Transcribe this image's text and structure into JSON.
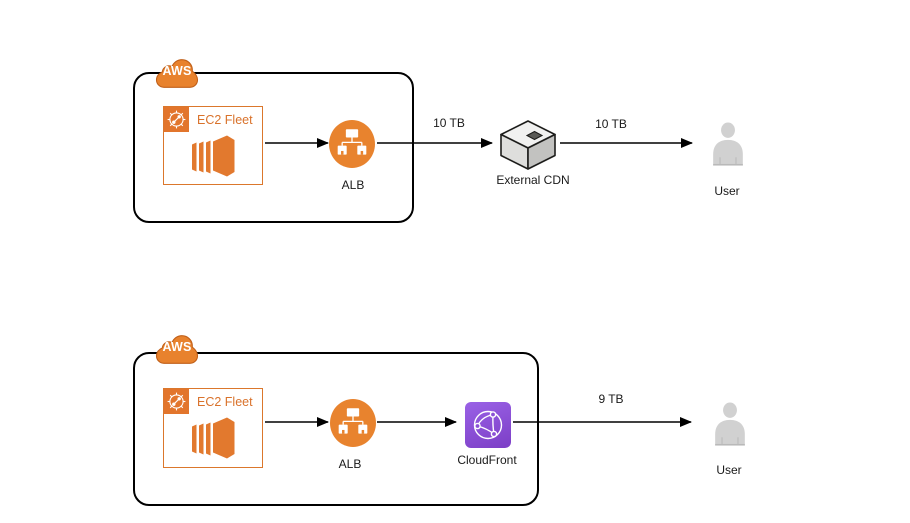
{
  "top": {
    "cloud_label": "AWS",
    "ec2_label": "EC2 Fleet",
    "alb_label": "ALB",
    "cdn_label": "External CDN",
    "user_label": "User",
    "flow_alb_cdn": "10 TB",
    "flow_cdn_user": "10 TB"
  },
  "bottom": {
    "cloud_label": "AWS",
    "ec2_label": "EC2 Fleet",
    "alb_label": "ALB",
    "cloudfront_label": "CloudFront",
    "user_label": "User",
    "flow_cloudfront_user": "9 TB"
  },
  "colors": {
    "aws_orange": "#E8822D",
    "aws_orange_border": "#C05F18",
    "ec2_border_orange": "#DB772C",
    "ec2_text_orange": "#D9722B",
    "cloudfront_purple_start": "#9A62E6",
    "cloudfront_purple_end": "#7C3EC6",
    "cube_top": "#F1F1F0",
    "cube_left": "#DEDEDC",
    "cube_right": "#C2C2C0",
    "user_gray": "#D1D1D1",
    "line_black": "#000000"
  },
  "icons": {
    "aws_cloud": "orange-cloud",
    "ec2_badge": "ec2-service-ring",
    "ec2_instances": "server-slab-stack",
    "alb": "load-balancer-tree",
    "external_cdn": "3d-cube",
    "cloudfront": "globe-network",
    "user": "person-silhouette"
  }
}
